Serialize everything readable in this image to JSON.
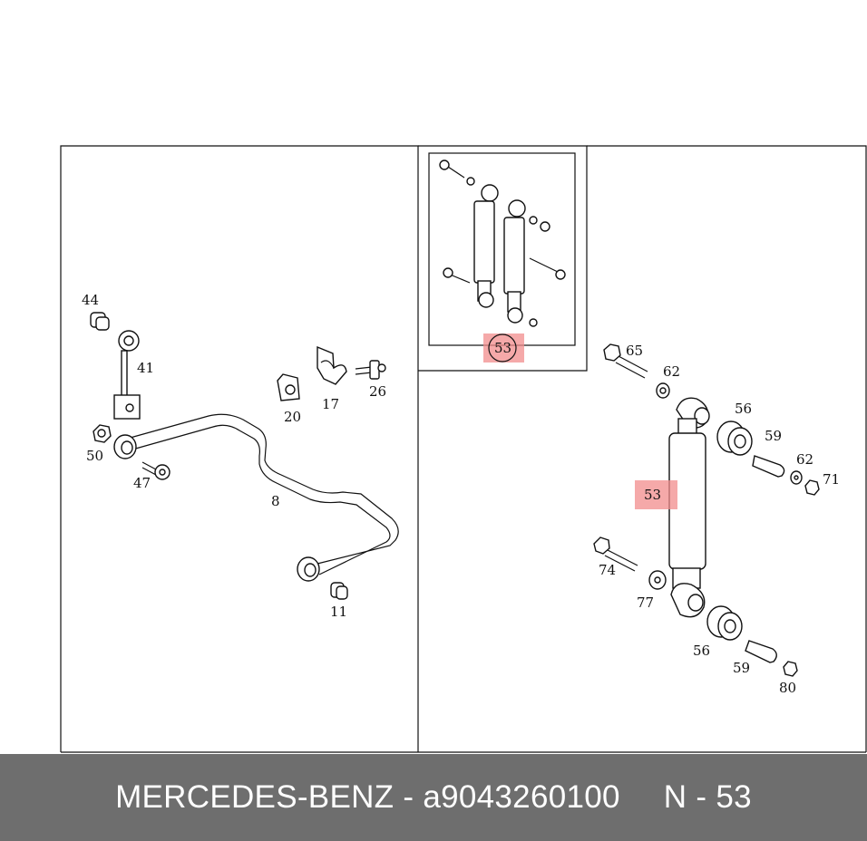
{
  "footer": {
    "brand": "MERCEDES-BENZ",
    "separator": " - ",
    "part_number": "a9043260100",
    "diagram_ref": "N - 53"
  },
  "callouts": {
    "c44": "44",
    "c41": "41",
    "c50": "50",
    "c47": "47",
    "c20": "20",
    "c17": "17",
    "c26": "26",
    "c8": "8",
    "c11": "11",
    "inset53": "53",
    "c65": "65",
    "c62a": "62",
    "c56a": "56",
    "c59a": "59",
    "c62b": "62",
    "c71": "71",
    "c53": "53",
    "c74": "74",
    "c77": "77",
    "c56b": "56",
    "c59b": "59",
    "c80": "80"
  },
  "colors": {
    "highlight": "#f28c8c",
    "footer_bg": "#6e6e6e",
    "line": "#111111"
  }
}
